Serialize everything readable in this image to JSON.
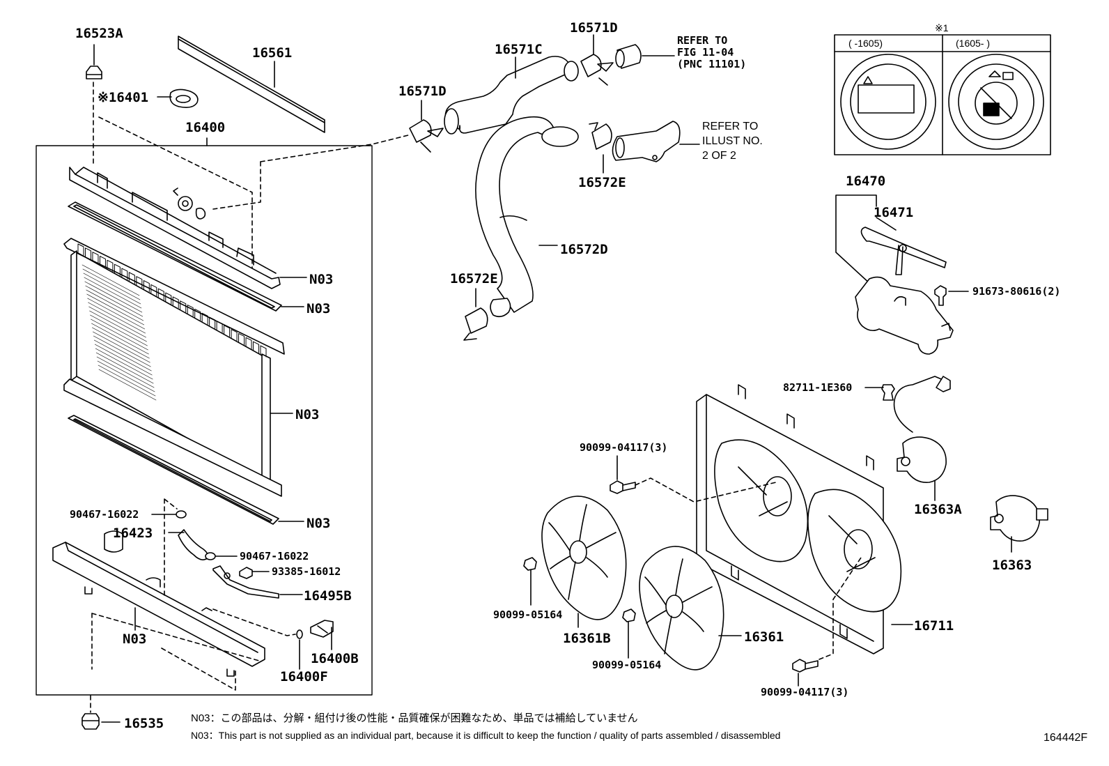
{
  "diagram": {
    "figure_number": "164442F",
    "callouts": {
      "p16523A": "16523A",
      "p16561": "16561",
      "p16401": "※16401",
      "p16400": "16400",
      "p16571C": "16571C",
      "p16571D_top": "16571D",
      "p16571D_left": "16571D",
      "p16572E_top": "16572E",
      "p16572E_bottom": "16572E",
      "p16572D": "16572D",
      "n03_1": "N03",
      "n03_2": "N03",
      "n03_3": "N03",
      "n03_4": "N03",
      "n03_5": "N03",
      "p90467_a": "90467-16022",
      "p16423": "16423",
      "p90467_b": "90467-16022",
      "p93385": "93385-16012",
      "p16495B": "16495B",
      "p16400B": "16400B",
      "p16400F": "16400F",
      "p16535": "16535",
      "p16470": "16470",
      "p16471": "16471",
      "p91673": "91673-80616(2)",
      "p82711": "82711-1E360",
      "p90099_04117_top": "90099-04117(3)",
      "p16363A": "16363A",
      "p16363": "16363",
      "p90099_05164_left": "90099-05164",
      "p16361B": "16361B",
      "p16361": "16361",
      "p90099_05164_mid": "90099-05164",
      "p16711": "16711",
      "p90099_04117_bottom": "90099-04117(3)"
    },
    "references": {
      "fig_ref": "REFER TO\nFIG 11-04\n(PNC 11101)",
      "illust_ref": "REFER TO\nILLUST NO.\n2 OF 2"
    },
    "inset": {
      "marker": "※1",
      "left_header": "(      -1605)",
      "right_header": "(1605-      )"
    },
    "notes": {
      "jp": "N03：この部品は、分解・組付け後の性能・品質確保が困難なため、単品では補給していません",
      "en": "N03：This part is not supplied as an individual part, because it is difficult to keep the function / quality of parts assembled / disassembled"
    }
  }
}
